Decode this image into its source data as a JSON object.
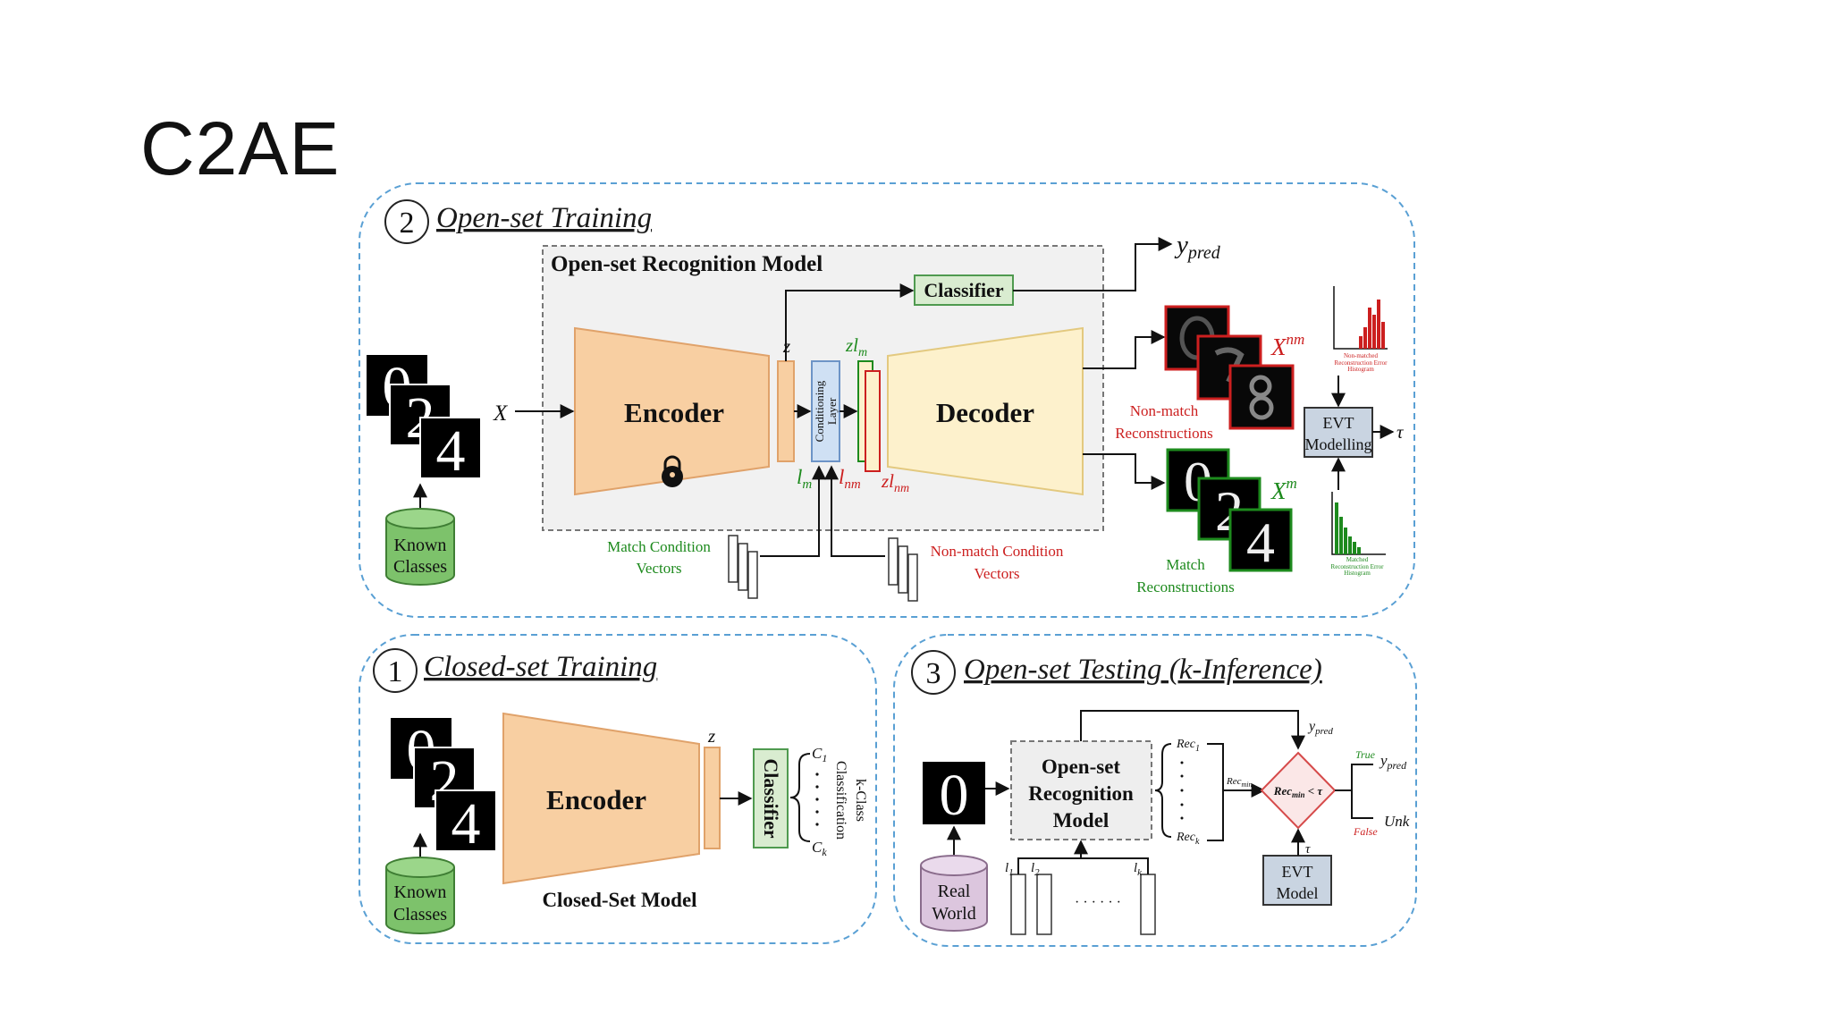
{
  "slide_title": "C2AE",
  "sections": {
    "open_training": {
      "number": "2",
      "title": "Open-set Training",
      "model_label": "Open-set Recognition Model",
      "classifier": "Classifier",
      "encoder": "Encoder",
      "decoder": "Decoder",
      "conditioning_layer": [
        "Conditioning",
        "Layer"
      ],
      "input_symbol": "X",
      "z": "z",
      "zlm": "zl",
      "zlm_sub": "m",
      "zlnm": "zl",
      "zlnm_sub": "nm",
      "lm": "l",
      "lm_sub": "m",
      "lnm": "l",
      "lnm_sub": "nm",
      "ypred": "y",
      "ypred_sub": "pred",
      "known_classes": [
        "Known",
        "Classes"
      ],
      "match_vectors": [
        "Match Condition",
        "Vectors"
      ],
      "nonmatch_vectors": [
        "Non-match Condition",
        "Vectors"
      ],
      "xnm": "X",
      "xnm_sup": "nm",
      "xm": "X",
      "xm_sup": "m",
      "nonmatch_recon": [
        "Non-match",
        "Reconstructions"
      ],
      "match_recon": [
        "Match",
        "Reconstructions"
      ],
      "evt": [
        "EVT",
        "Modelling"
      ],
      "tau": "τ",
      "nonmatch_hist": [
        "Non-matched",
        "Reconstruction Error",
        "Histogram"
      ],
      "match_hist": [
        "Matched",
        "Reconstruction Error",
        "Histogram"
      ]
    },
    "closed_training": {
      "number": "1",
      "title": "Closed-set Training",
      "encoder": "Encoder",
      "classifier": "Classifier",
      "z": "z",
      "c1": "C",
      "c1_sub": "1",
      "ck": "C",
      "ck_sub": "k",
      "kclass": [
        "k-Class",
        "Classification"
      ],
      "known_classes": [
        "Known",
        "Classes"
      ],
      "model_label": "Closed-Set Model"
    },
    "open_testing": {
      "number": "3",
      "title": "Open-set Testing (k-Inference)",
      "model": [
        "Open-set",
        "Recognition",
        "Model"
      ],
      "rec1": "Rec",
      "rec1_sub": "1",
      "reck": "Rec",
      "reck_sub": "k",
      "recmin": "Rec",
      "recmin_sub": "min",
      "decision": "Rec",
      "decision_sub": "min",
      "decision_tail": " < τ",
      "ypred": "y",
      "ypred_sub": "pred",
      "true_label": "True",
      "false_label": "False",
      "unk": "Unk",
      "tau": "τ",
      "evt": [
        "EVT",
        "Model"
      ],
      "real_world": [
        "Real",
        "World"
      ],
      "l1": "l",
      "l1_sub": "1",
      "l2": "l",
      "l2_sub": "2",
      "lk": "l",
      "lk_sub": "k",
      "dots": "· · · · · ·"
    }
  },
  "colors": {
    "encoder_fill": "#f8cfa2",
    "decoder_fill": "#fdf1cc",
    "classifier_fill": "#d9ecd0",
    "classifier_stroke": "#4f9a4f",
    "evt_fill": "#c9d4e1",
    "cylinder_fill": "#7dc26b",
    "realworld_fill": "#dcc6de",
    "match_green": "#1d8a1d",
    "nonmatch_red": "#cc1f1f",
    "section_border": "#5aa0d4"
  }
}
